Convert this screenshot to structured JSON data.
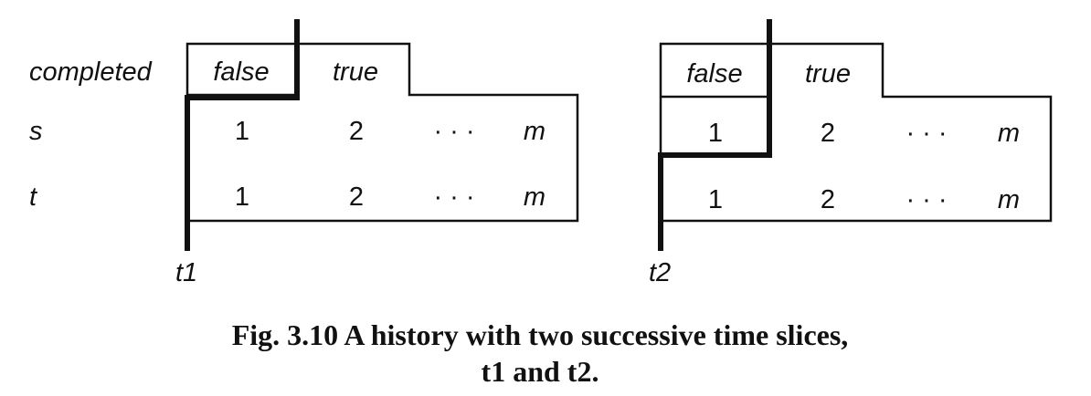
{
  "row_labels": {
    "completed": "completed",
    "s": "s",
    "t": "t"
  },
  "panels": [
    {
      "completed_values": [
        "false",
        "true"
      ],
      "s_values": [
        "1",
        "2",
        "· · ·",
        "m"
      ],
      "t_values": [
        "1",
        "2",
        "· · ·",
        "m"
      ],
      "slice_label": "t1"
    },
    {
      "completed_values": [
        "false",
        "true"
      ],
      "s_values": [
        "1",
        "2",
        "· · ·",
        "m"
      ],
      "t_values": [
        "1",
        "2",
        "· · ·",
        "m"
      ],
      "slice_label": "t2"
    }
  ],
  "caption": {
    "line1": "Fig. 3.10  A history with two successive time slices,",
    "line2": "t1 and t2."
  }
}
